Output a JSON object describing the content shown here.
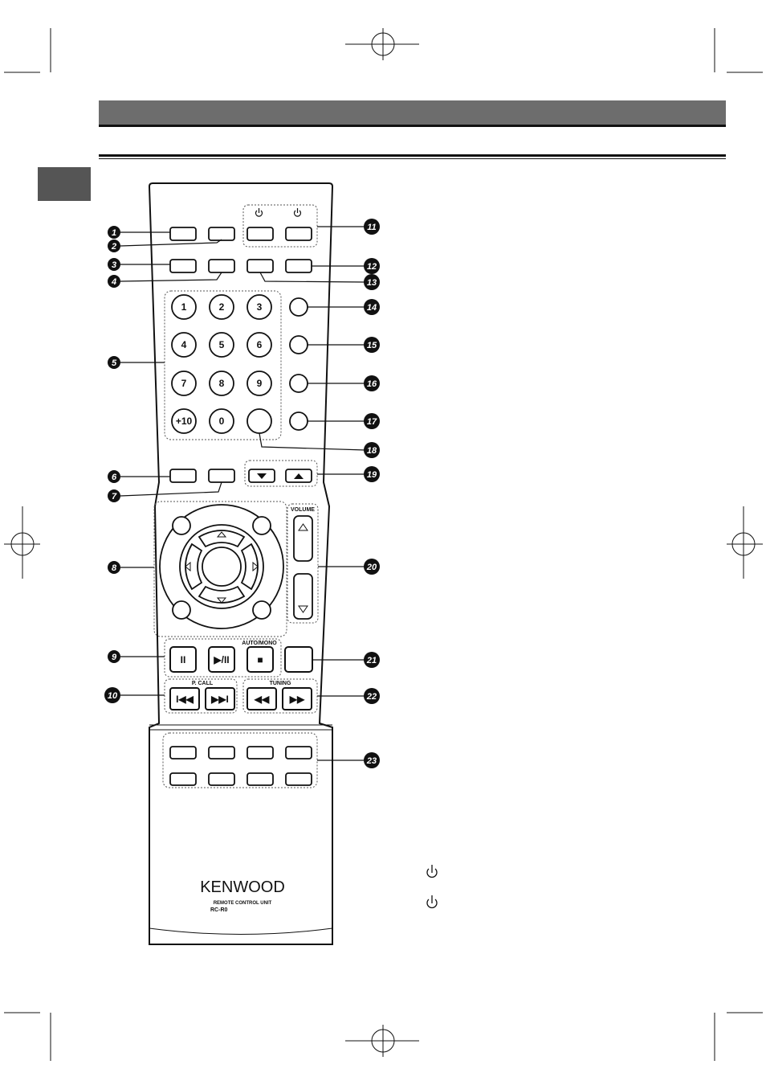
{
  "remote": {
    "brand": "KENWOOD",
    "unit_label": "REMOTE CONTROL UNIT",
    "model": "RC-R0",
    "volume_label": "VOLUME",
    "auto_mono_label": "AUTO/MONO",
    "pcall_label": "P. CALL",
    "tuning_label": "TUNING",
    "number_keys": [
      "1",
      "2",
      "3",
      "4",
      "5",
      "6",
      "7",
      "8",
      "9",
      "+10",
      "0"
    ],
    "transport": {
      "pause": "II",
      "play_pause": "▶/II",
      "stop": "■"
    },
    "skip": {
      "prev": "I◀◀",
      "next": "▶▶I"
    },
    "tune": {
      "rew": "◀◀",
      "ff": "▶▶"
    }
  },
  "callouts": [
    "1",
    "2",
    "3",
    "4",
    "5",
    "6",
    "7",
    "8",
    "9",
    "10",
    "11",
    "12",
    "13",
    "14",
    "15",
    "16",
    "17",
    "18",
    "19",
    "20",
    "21",
    "22",
    "23"
  ],
  "legend": {
    "power_icon_1": "power-icon",
    "power_icon_2": "power-icon"
  }
}
